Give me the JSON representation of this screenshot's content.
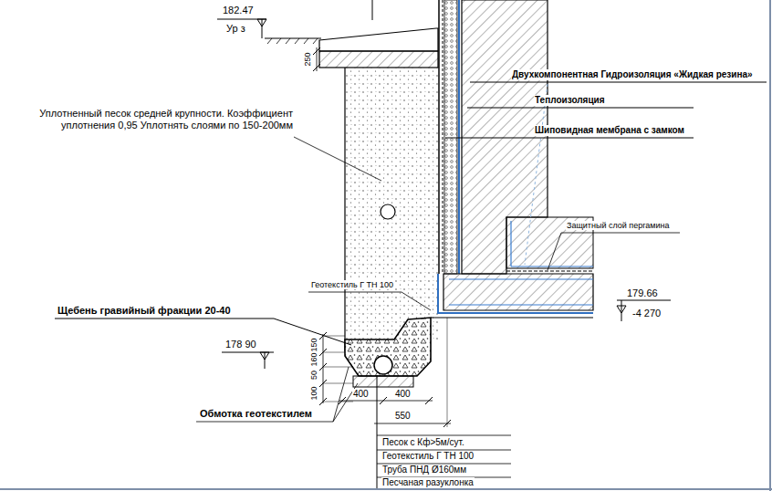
{
  "diagram": {
    "labels": [
      "182.47",
      "Ур з",
      "250",
      "Двухкомпонентная Гидроизоляция «Жидкая резина»",
      "Теплоизоляция",
      "Шиповидная мембрана с замком",
      "Уплотненный песок средней крупности. Коэффициент уплотнения 0,95 Уплотнять слоями по 150-200мм",
      "Защитный слой пергамина",
      "179.66",
      "-4 270",
      "Геотекстиль Г ТН 100",
      "Щебень гравийный фракции 20-40",
      "178 90",
      "150",
      "160",
      "50",
      "100",
      "400",
      "400",
      "550",
      "Обмотка геотекстилем",
      "Песок с Кф>5м/сут.",
      "Геотекстиль Г ТН 100",
      "Труба ПНД Ø160мм",
      "Песчаная разуклонка"
    ]
  }
}
